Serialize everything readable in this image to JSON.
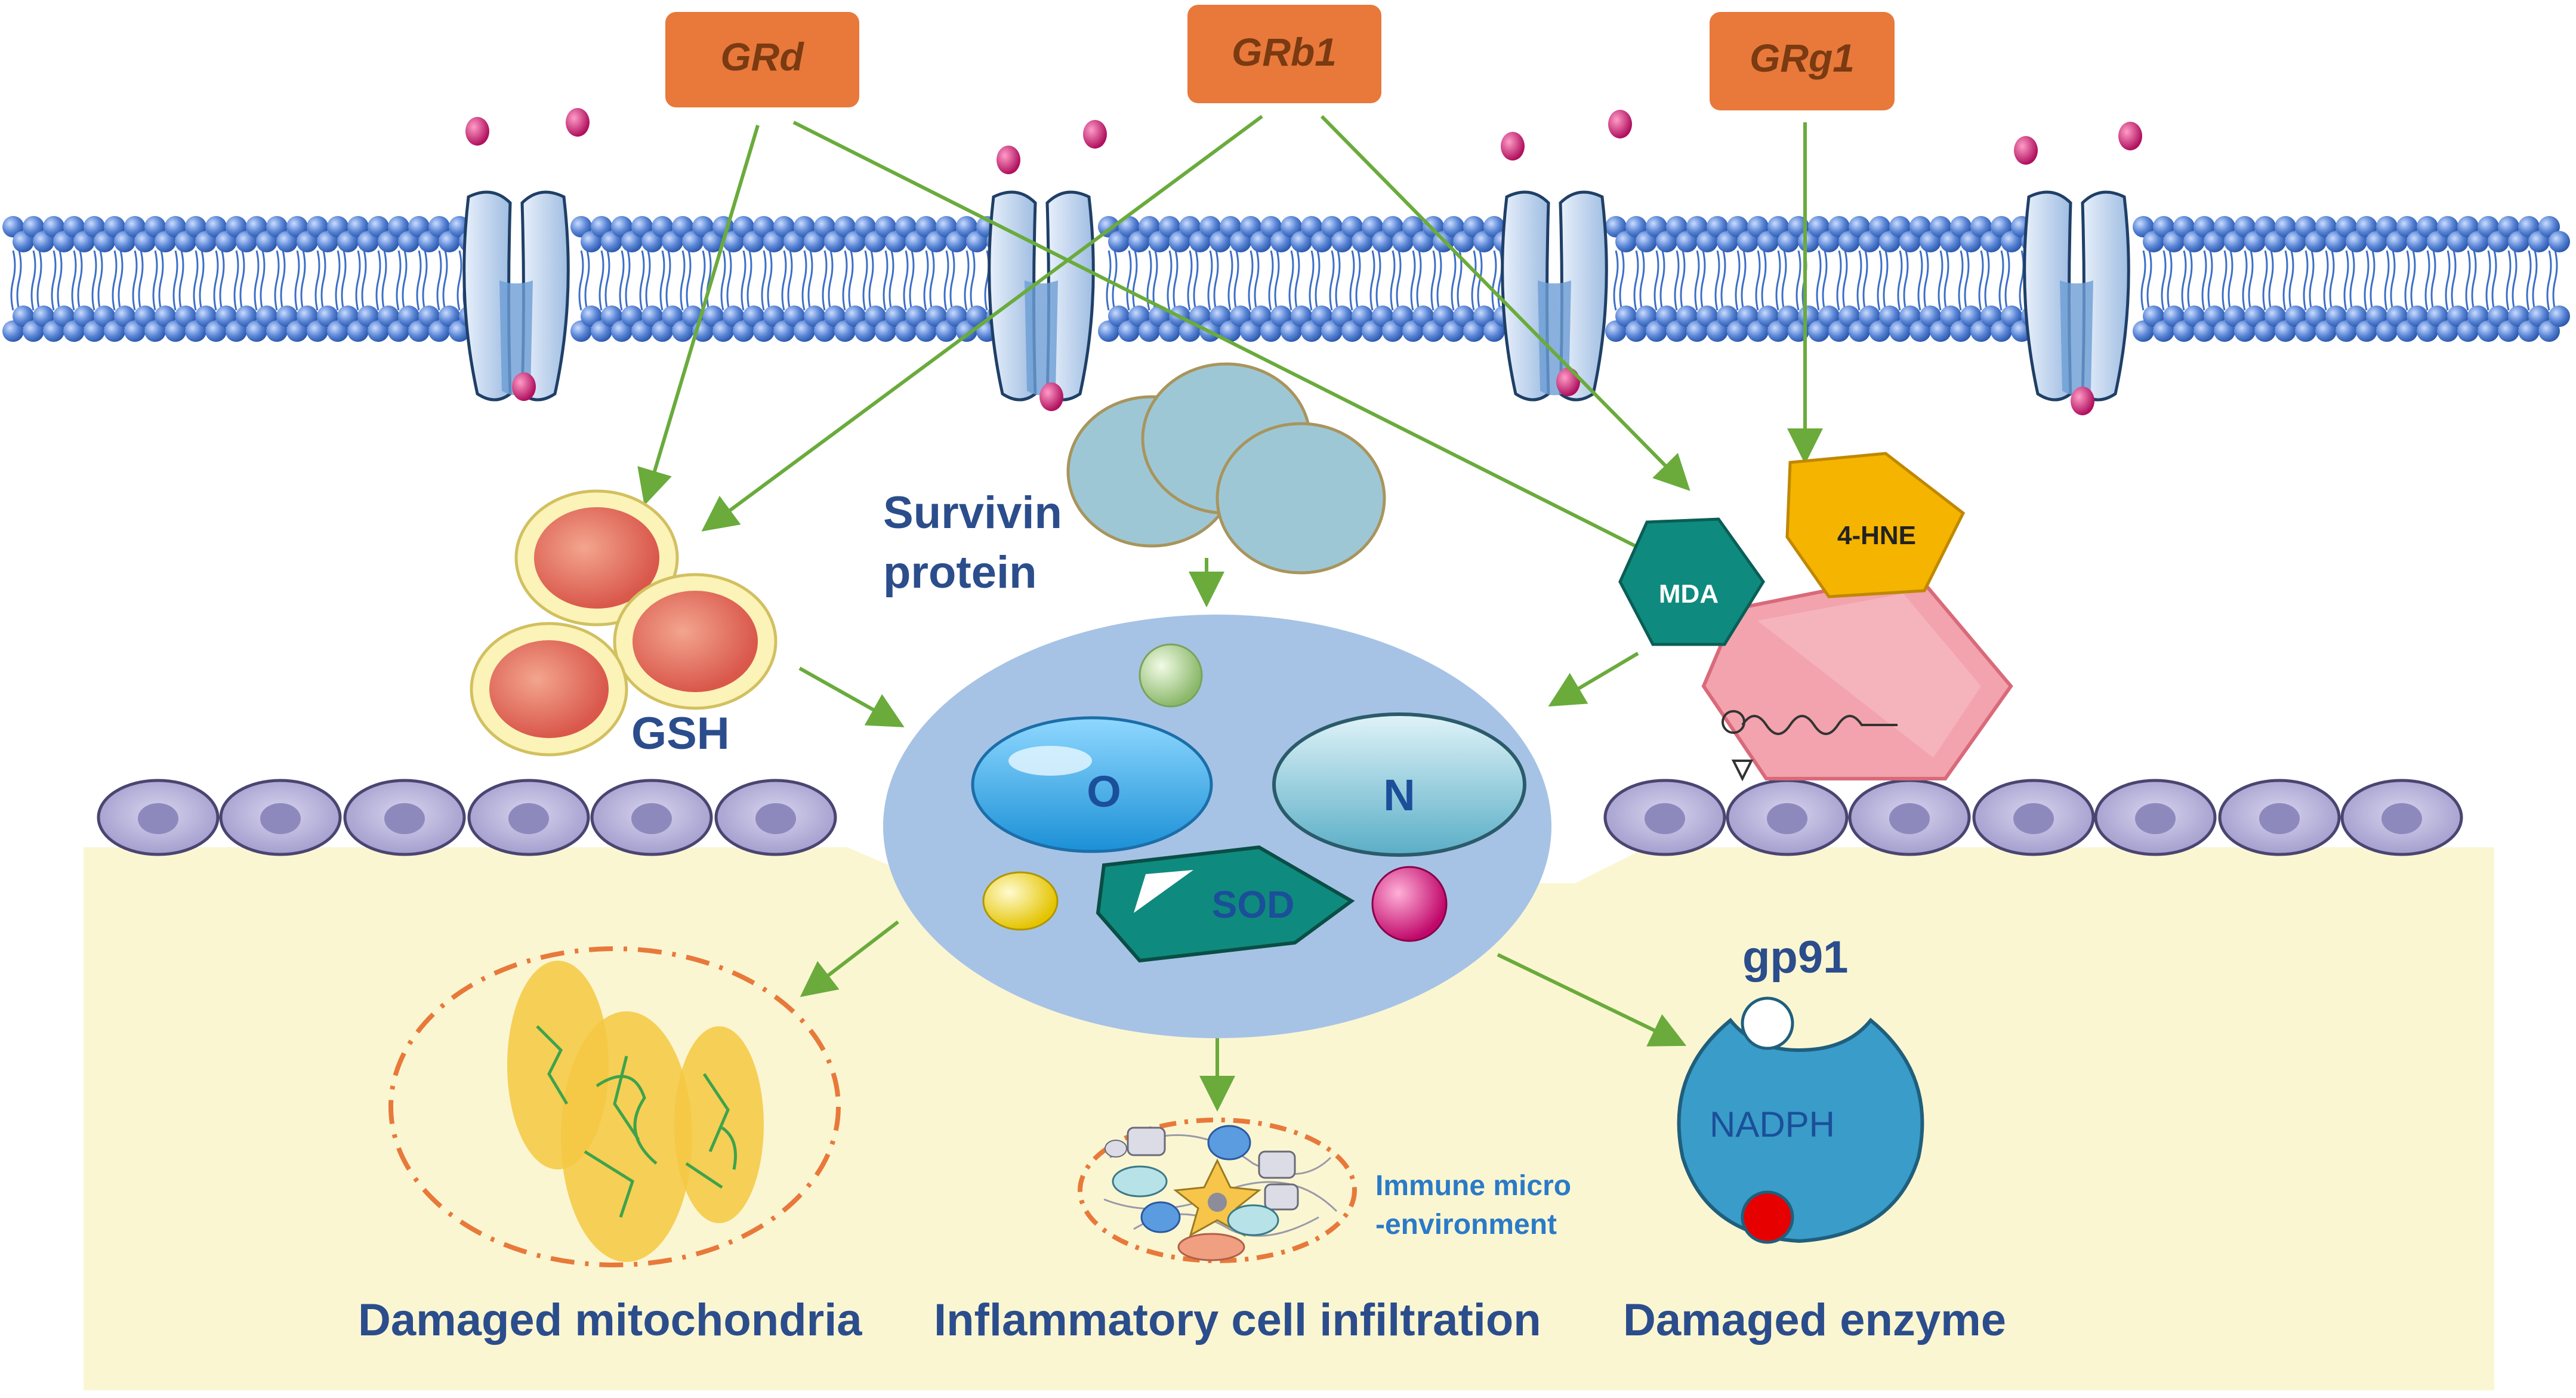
{
  "compounds": [
    "GRd",
    "GRb1",
    "GRg1"
  ],
  "labels": {
    "survivin": [
      "Survivin",
      "protein"
    ],
    "gsh": "GSH",
    "mda": "MDA",
    "hne": "4-HNE",
    "o": "O",
    "n": "N",
    "sod": "SOD",
    "gp91": "gp91",
    "nadph": "NADPH",
    "immune": [
      "Immune micro",
      "-environment"
    ],
    "damaged_mito": "Damaged mitochondria",
    "inflammatory": "Inflammatory cell infiltration",
    "damaged_enzyme": "Damaged enzyme"
  },
  "colors": {
    "compound_box": "#e8793a",
    "membrane_bead": "#5b86d6",
    "arrow": "#6aab3c",
    "nucleus_blob": "#a6c3e6",
    "tissue": "#fbf6d2",
    "epithelial_cell": "#b7b2d8",
    "ion": "#d01e72"
  }
}
